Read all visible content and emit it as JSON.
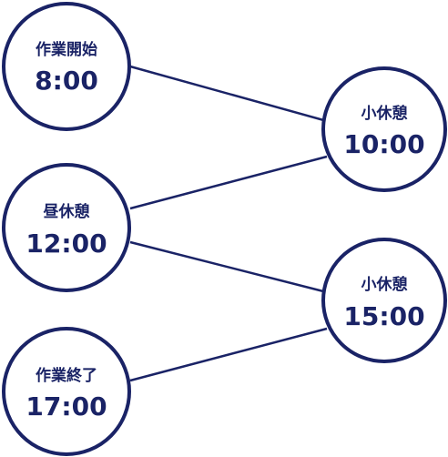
{
  "colors": {
    "primary": "#1a2366",
    "background": "#ffffff"
  },
  "nodes": [
    {
      "label": "作業開始",
      "time": "8:00"
    },
    {
      "label": "小休憩",
      "time": "10:00"
    },
    {
      "label": "昼休憩",
      "time": "12:00"
    },
    {
      "label": "小休憩",
      "time": "15:00"
    },
    {
      "label": "作業終了",
      "time": "17:00"
    }
  ]
}
